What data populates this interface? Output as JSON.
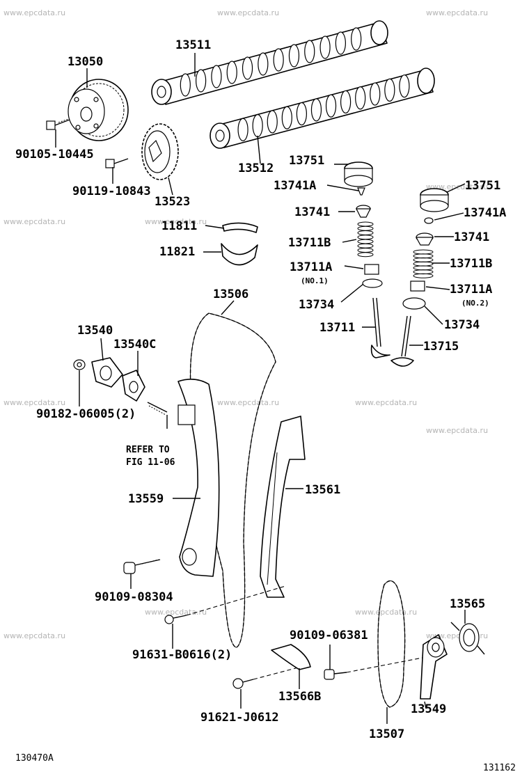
{
  "watermark": "www.epcdata.ru",
  "figure": {
    "left_code": "130470A",
    "right_code": "131162"
  },
  "parts": {
    "p13511": "13511",
    "p13050": "13050",
    "p13512": "13512",
    "p90105": "90105-10445",
    "p90119": "90119-10843",
    "p13523": "13523",
    "p13751a": "13751",
    "p13741Aa": "13741A",
    "p13741a": "13741",
    "p13711Ba": "13711B",
    "p13711Aa": "13711A",
    "no1": "(NO.1)",
    "p13734a": "13734",
    "p13711": "13711",
    "p13751b": "13751",
    "p13741Ab": "13741A",
    "p13741b": "13741",
    "p13711Bb": "13711B",
    "p13711Ab": "13711A",
    "no2": "(NO.2)",
    "p13734b": "13734",
    "p13715": "13715",
    "p11811": "11811",
    "p11821": "11821",
    "p13506": "13506",
    "p13540": "13540",
    "p13540C": "13540C",
    "p90182": "90182-06005(2)",
    "refer1": "REFER TO",
    "refer2": "FIG 11-06",
    "p13559": "13559",
    "p13561": "13561",
    "p90109a": "90109-08304",
    "p13565": "13565",
    "p90109b": "90109-06381",
    "p91631": "91631-B0616(2)",
    "p13566B": "13566B",
    "p13549": "13549",
    "p91621": "91621-J0612",
    "p13507": "13507"
  }
}
